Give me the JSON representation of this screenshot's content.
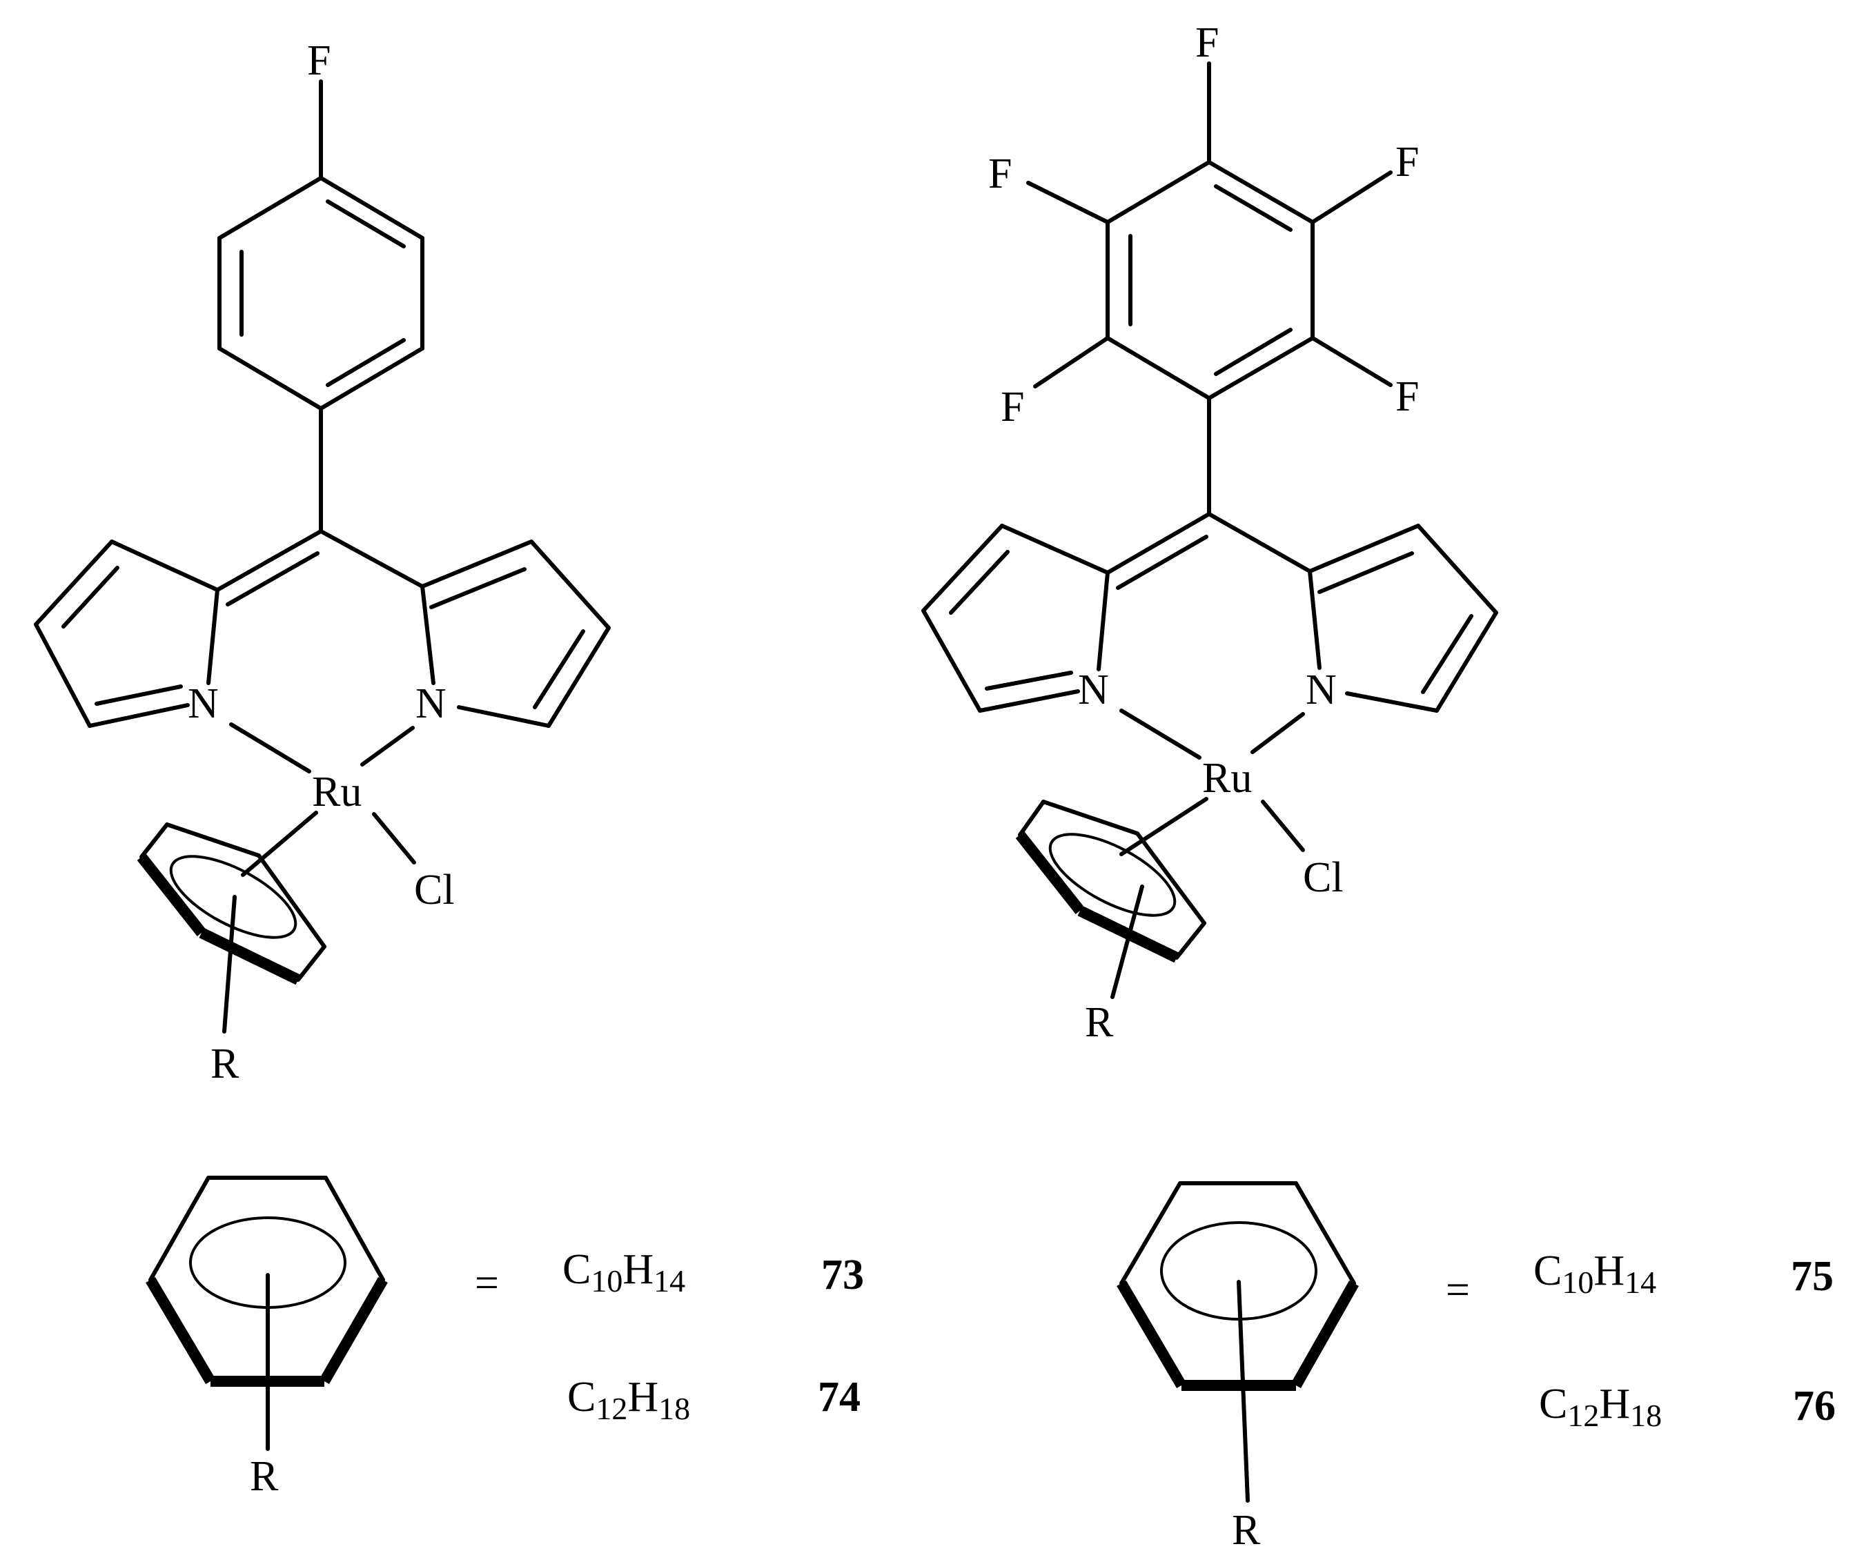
{
  "atoms": {
    "fluorine": "F",
    "nitrogen": "N",
    "ruthenium": "Ru",
    "chloride": "Cl",
    "substituent": "R"
  },
  "equals_sign": "=",
  "legend_left": {
    "row1": {
      "formula_c": "C",
      "formula_c_sub": "10",
      "formula_h": "H",
      "formula_h_sub": "14",
      "compound": "73"
    },
    "row2": {
      "formula_c": "C",
      "formula_c_sub": "12",
      "formula_h": "H",
      "formula_h_sub": "18",
      "compound": "74"
    }
  },
  "legend_right": {
    "row1": {
      "formula_c": "C",
      "formula_c_sub": "10",
      "formula_h": "H",
      "formula_h_sub": "14",
      "compound": "75"
    },
    "row2": {
      "formula_c": "C",
      "formula_c_sub": "12",
      "formula_h": "H",
      "formula_h_sub": "18",
      "compound": "76"
    }
  }
}
